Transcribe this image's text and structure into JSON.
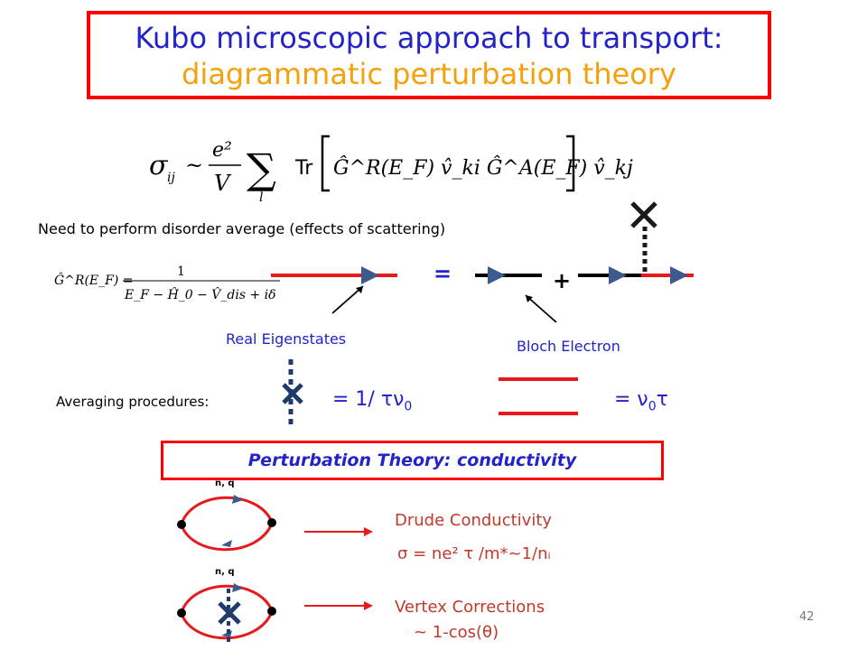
{
  "title": {
    "line1": "Kubo microscopic approach to transport:",
    "line2": "diagrammatic perturbation theory"
  },
  "formula_main": {
    "sigma": "σ",
    "subscript_ij": "ij",
    "sim": "~",
    "numerator": "e²",
    "denominator": "V",
    "sum": "∑",
    "sum_index": "l",
    "tr": "Tr",
    "body": "Ĝ^R(E_F) v̂_ki Ĝ^A(E_F) v̂_kj"
  },
  "note": "Need to perform disorder average (effects of scattering)",
  "greens_function": {
    "lhs": "Ĝ^R(E_F) =",
    "numerator": "1",
    "denominator": "E_F − Ĥ_0 − V̂_dis + iδ"
  },
  "diagram_labels": {
    "equals": "=",
    "plus": "+",
    "real_eigenstates": "Real Eigenstates",
    "bloch_electron": "Bloch Electron"
  },
  "averaging": {
    "label": "Averaging procedures:",
    "eq1": "= 1/ τν",
    "eq1_sub": "0",
    "eq2": "= ν",
    "eq2_sub": "0",
    "eq2_tail": "τ"
  },
  "perturbation_box": "Perturbation Theory: conductivity",
  "bubble_labels": {
    "top": "n, q",
    "bottom": "n, q"
  },
  "results": {
    "drude_title": "Drude Conductivity",
    "drude_formula": "σ = ne² τ /m*~1/nᵢ",
    "vertex_title": "Vertex Corrections",
    "vertex_formula": "~ 1-cos(θ)"
  },
  "page_number": "42",
  "colors": {
    "red": "#ff0000",
    "line_red": "#e8191c",
    "blue": "#2323c8",
    "orange": "#f5a10c",
    "arrow_blue": "#3d5a8c",
    "dark_blue_dots": "#1f3a6b"
  }
}
